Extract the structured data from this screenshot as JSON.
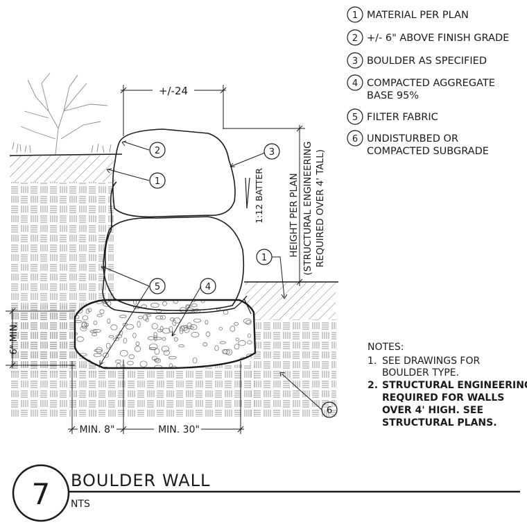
{
  "legend": [
    {
      "num": "1",
      "lines": [
        "MATERIAL PER PLAN"
      ]
    },
    {
      "num": "2",
      "lines": [
        "+/- 6\" ABOVE FINISH GRADE"
      ]
    },
    {
      "num": "3",
      "lines": [
        "BOULDER AS SPECIFIED"
      ]
    },
    {
      "num": "4",
      "lines": [
        "COMPACTED AGGREGATE",
        "BASE 95%"
      ]
    },
    {
      "num": "5",
      "lines": [
        "FILTER FABRIC"
      ]
    },
    {
      "num": "6",
      "lines": [
        "UNDISTURBED OR",
        "COMPACTED SUBGRADE"
      ]
    }
  ],
  "dims": {
    "top_width": "+/-24",
    "min_depth": "6\" MIN.",
    "min_setback": "MIN. 8\"",
    "min_base": "MIN. 30\""
  },
  "batter": "1:12 BATTER",
  "height": [
    "HEIGHT PER PLAN",
    "(STRUCTURAL ENGINEERING",
    "REQUIRED OVER 4' TALL)"
  ],
  "callouts": {
    "c1a": "1",
    "c1b": "1",
    "c2": "2",
    "c3": "3",
    "c4": "4",
    "c5": "5",
    "c6": "6"
  },
  "notes": {
    "heading": "NOTES:",
    "items": [
      {
        "num": "1.",
        "lines": [
          "SEE DRAWINGS FOR",
          "BOULDER TYPE."
        ]
      },
      {
        "num": "2.",
        "lines": [
          "STRUCTURAL ENGINEERING",
          "REQUIRED FOR WALLS",
          "OVER 4' HIGH. SEE",
          "STRUCTURAL PLANS."
        ]
      }
    ]
  },
  "title_block": {
    "detail_number": "7",
    "title": "BOULDER WALL",
    "scale": "NTS"
  }
}
